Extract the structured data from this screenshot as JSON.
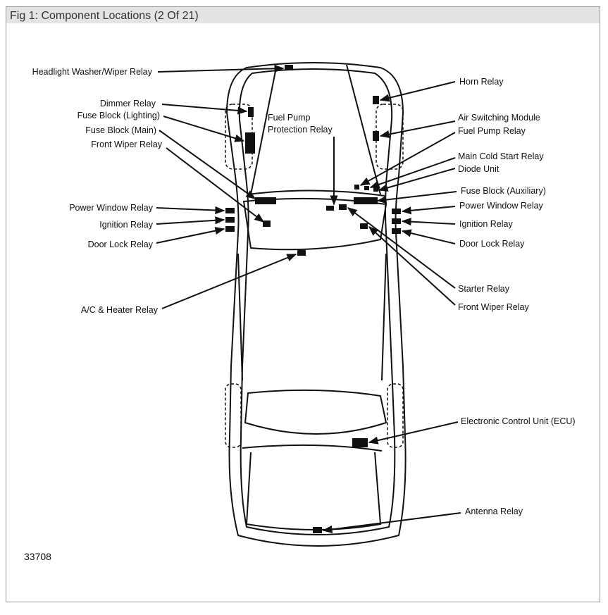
{
  "figure": {
    "title": "Fig 1: Component Locations (2 Of 21)",
    "number": "33708"
  },
  "labels": {
    "headlight_washer_wiper_relay": "Headlight Washer/Wiper Relay",
    "dimmer_relay": "Dimmer Relay",
    "fuse_block_lighting": "Fuse Block (Lighting)",
    "fuse_block_main": "Fuse Block (Main)",
    "front_wiper_relay_left": "Front Wiper Relay",
    "fuel_pump_protection_relay_1": "Fuel Pump",
    "fuel_pump_protection_relay_2": "Protection Relay",
    "power_window_relay_left": "Power Window Relay",
    "ignition_relay_left": "Ignition Relay",
    "door_lock_relay_left": "Door Lock Relay",
    "ac_heater_relay": "A/C & Heater Relay",
    "horn_relay": "Horn Relay",
    "air_switching_module": "Air Switching Module",
    "fuel_pump_relay": "Fuel Pump Relay",
    "main_cold_start_relay": "Main Cold Start Relay",
    "diode_unit": "Diode Unit",
    "fuse_block_auxiliary": "Fuse Block (Auxiliary)",
    "power_window_relay_right": "Power Window Relay",
    "ignition_relay_right": "Ignition Relay",
    "door_lock_relay_right": "Door Lock Relay",
    "starter_relay": "Starter Relay",
    "front_wiper_relay_right": "Front Wiper Relay",
    "ecu": "Electronic Control Unit (ECU)",
    "antenna_relay": "Antenna Relay"
  }
}
